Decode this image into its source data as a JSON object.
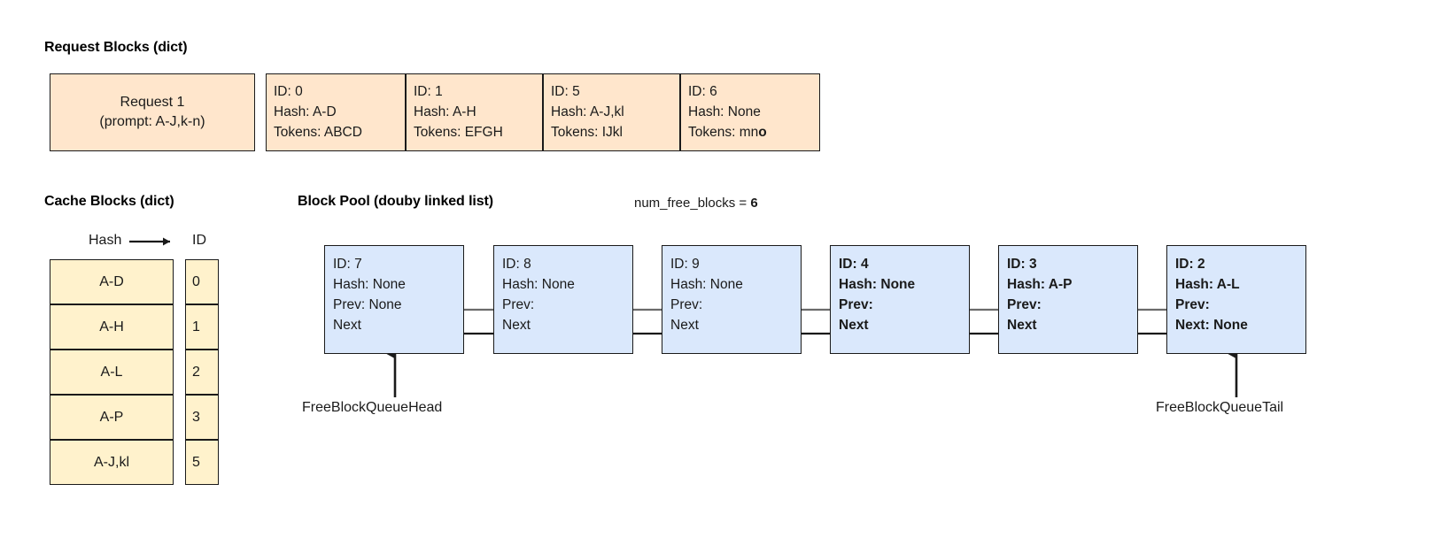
{
  "sections": {
    "request_blocks_title": "Request Blocks (dict)",
    "cache_blocks_title": "Cache Blocks (dict)",
    "block_pool_title": "Block Pool (douby linked list)",
    "num_free_blocks_label": "num_free_blocks = ",
    "num_free_blocks_value": "6"
  },
  "request": {
    "name": "Request 1",
    "prompt": "(prompt: A-J,k-n)"
  },
  "request_blocks": [
    {
      "id": "ID: 0",
      "hash": "Hash: A-D",
      "tokens": "Tokens: ABCD",
      "tokens_bold_suffix": ""
    },
    {
      "id": "ID: 1",
      "hash": "Hash: A-H",
      "tokens": "Tokens: EFGH",
      "tokens_bold_suffix": ""
    },
    {
      "id": "ID: 5",
      "hash": "Hash: A-J,kl",
      "tokens": "Tokens: IJkl",
      "tokens_bold_suffix": ""
    },
    {
      "id": "ID: 6",
      "hash": "Hash: None",
      "tokens": "Tokens: mn",
      "tokens_bold_suffix": "o"
    }
  ],
  "cache_table": {
    "hash_header": "Hash",
    "arrow_icon": "right-arrow",
    "id_header": "ID",
    "rows": [
      {
        "hash": "A-D",
        "id": "0"
      },
      {
        "hash": "A-H",
        "id": "1"
      },
      {
        "hash": "A-L",
        "id": "2"
      },
      {
        "hash": "A-P",
        "id": "3"
      },
      {
        "hash": "A-J,kl",
        "id": "5"
      }
    ]
  },
  "block_pool": {
    "blocks": [
      {
        "id": "ID: 7",
        "hash": "Hash: None",
        "prev": "Prev: None",
        "next": "Next",
        "bold": false
      },
      {
        "id": "ID: 8",
        "hash": "Hash: None",
        "prev": "Prev:",
        "next": "Next",
        "bold": false
      },
      {
        "id": "ID: 9",
        "hash": "Hash: None",
        "prev": "Prev:",
        "next": "Next",
        "bold": false
      },
      {
        "id": "ID: 4",
        "hash": "Hash: None",
        "prev": "Prev:",
        "next": "Next",
        "bold": true
      },
      {
        "id": "ID: 3",
        "hash": "Hash: A-P",
        "prev": "Prev:",
        "next": "Next",
        "bold": true
      },
      {
        "id": "ID: 2",
        "hash": "Hash: A-L",
        "prev": "Prev:",
        "next": "Next: None",
        "bold": true
      }
    ],
    "head_label": "FreeBlockQueueHead",
    "tail_label": "FreeBlockQueueTail"
  },
  "colors": {
    "peach": "#ffe6cc",
    "yellow": "#fff2cc",
    "blue": "#dae8fc",
    "stroke": "#1a1a1a",
    "prev_arrow": "#6b6b6b"
  }
}
